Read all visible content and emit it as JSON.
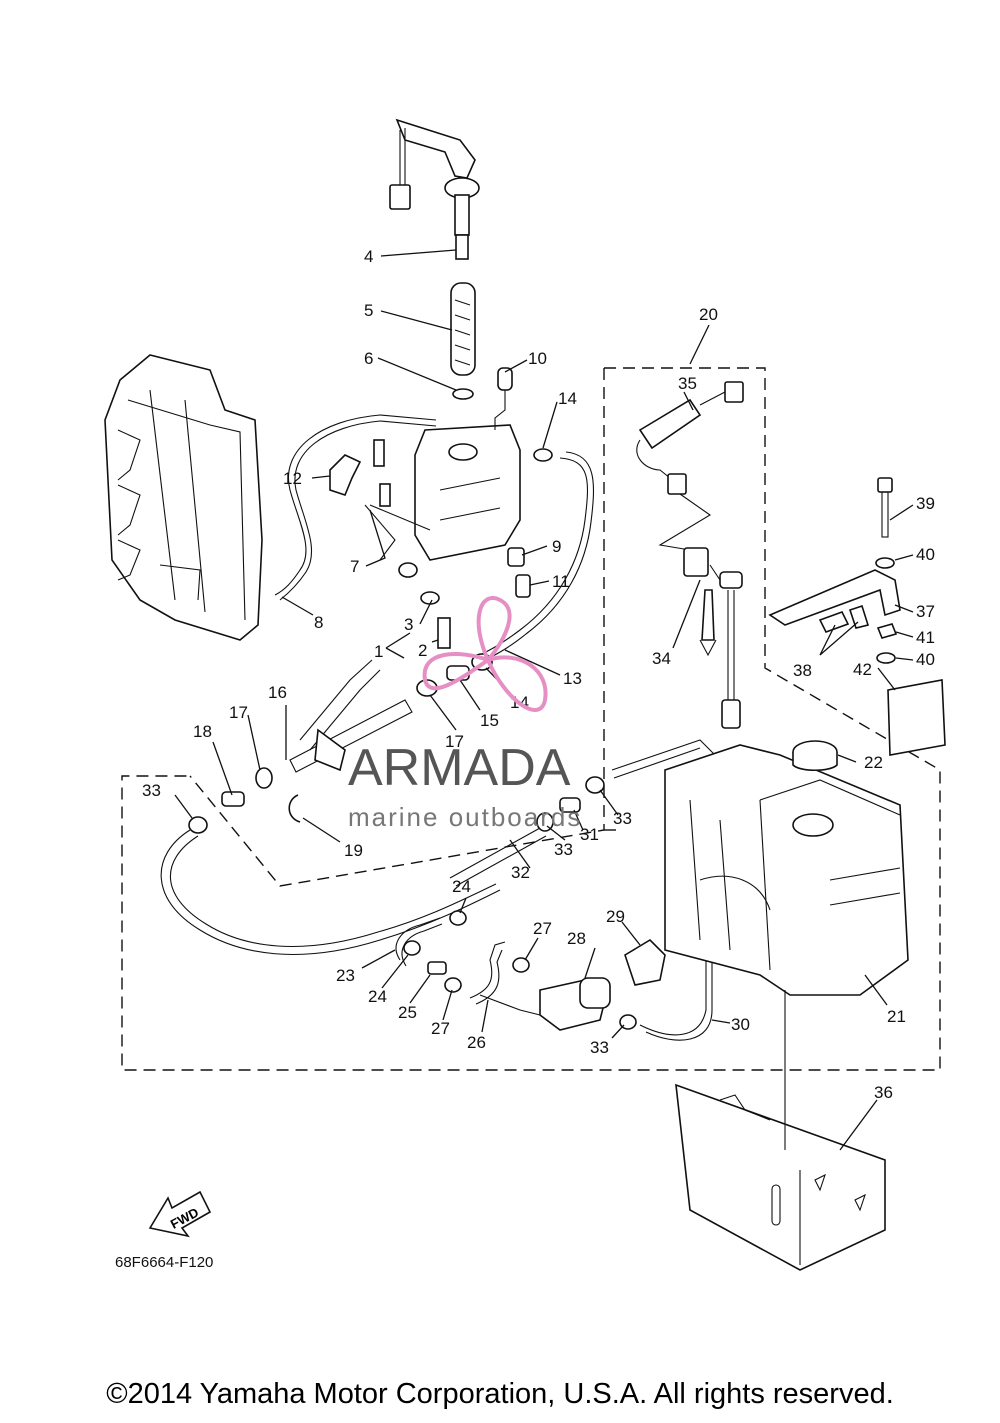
{
  "callouts": [
    {
      "id": "c4",
      "text": "4"
    },
    {
      "id": "c5",
      "text": "5"
    },
    {
      "id": "c6",
      "text": "6"
    },
    {
      "id": "c10",
      "text": "10"
    },
    {
      "id": "c14a",
      "text": "14"
    },
    {
      "id": "c12",
      "text": "12"
    },
    {
      "id": "c7",
      "text": "7"
    },
    {
      "id": "c9",
      "text": "9"
    },
    {
      "id": "c11",
      "text": "11"
    },
    {
      "id": "c8",
      "text": "8"
    },
    {
      "id": "c3",
      "text": "3"
    },
    {
      "id": "c2",
      "text": "2"
    },
    {
      "id": "c1",
      "text": "1"
    },
    {
      "id": "c13",
      "text": "13"
    },
    {
      "id": "c14b",
      "text": "14"
    },
    {
      "id": "c15",
      "text": "15"
    },
    {
      "id": "c16",
      "text": "16"
    },
    {
      "id": "c17a",
      "text": "17"
    },
    {
      "id": "c17b",
      "text": "17"
    },
    {
      "id": "c18",
      "text": "18"
    },
    {
      "id": "c19",
      "text": "19"
    },
    {
      "id": "c20",
      "text": "20"
    },
    {
      "id": "c35",
      "text": "35"
    },
    {
      "id": "c34",
      "text": "34"
    },
    {
      "id": "c39",
      "text": "39"
    },
    {
      "id": "c40a",
      "text": "40"
    },
    {
      "id": "c37",
      "text": "37"
    },
    {
      "id": "c41",
      "text": "41"
    },
    {
      "id": "c40b",
      "text": "40"
    },
    {
      "id": "c38",
      "text": "38"
    },
    {
      "id": "c42",
      "text": "42"
    },
    {
      "id": "c22",
      "text": "22"
    },
    {
      "id": "c33a",
      "text": "33"
    },
    {
      "id": "c33b",
      "text": "33"
    },
    {
      "id": "c33c",
      "text": "33"
    },
    {
      "id": "c31",
      "text": "31"
    },
    {
      "id": "c32",
      "text": "32"
    },
    {
      "id": "c24a",
      "text": "24"
    },
    {
      "id": "c23",
      "text": "23"
    },
    {
      "id": "c24b",
      "text": "24"
    },
    {
      "id": "c25",
      "text": "25"
    },
    {
      "id": "c27a",
      "text": "27"
    },
    {
      "id": "c27b",
      "text": "27"
    },
    {
      "id": "c26",
      "text": "26"
    },
    {
      "id": "c28",
      "text": "28"
    },
    {
      "id": "c29",
      "text": "29"
    },
    {
      "id": "c30",
      "text": "30"
    },
    {
      "id": "c33d",
      "text": "33"
    },
    {
      "id": "c21",
      "text": "21"
    },
    {
      "id": "c36",
      "text": "36"
    }
  ],
  "watermark": {
    "brand": "ARMADA",
    "tagline": "marine outboards"
  },
  "fwd_label": "FWD",
  "drawing_code": "68F6664-F120",
  "copyright": "©2014 Yamaha Motor Corporation, U.S.A. All rights reserved.",
  "colors": {
    "line": "#111111",
    "watermark_accent": "#e58fc4",
    "watermark_text": "#555555"
  }
}
